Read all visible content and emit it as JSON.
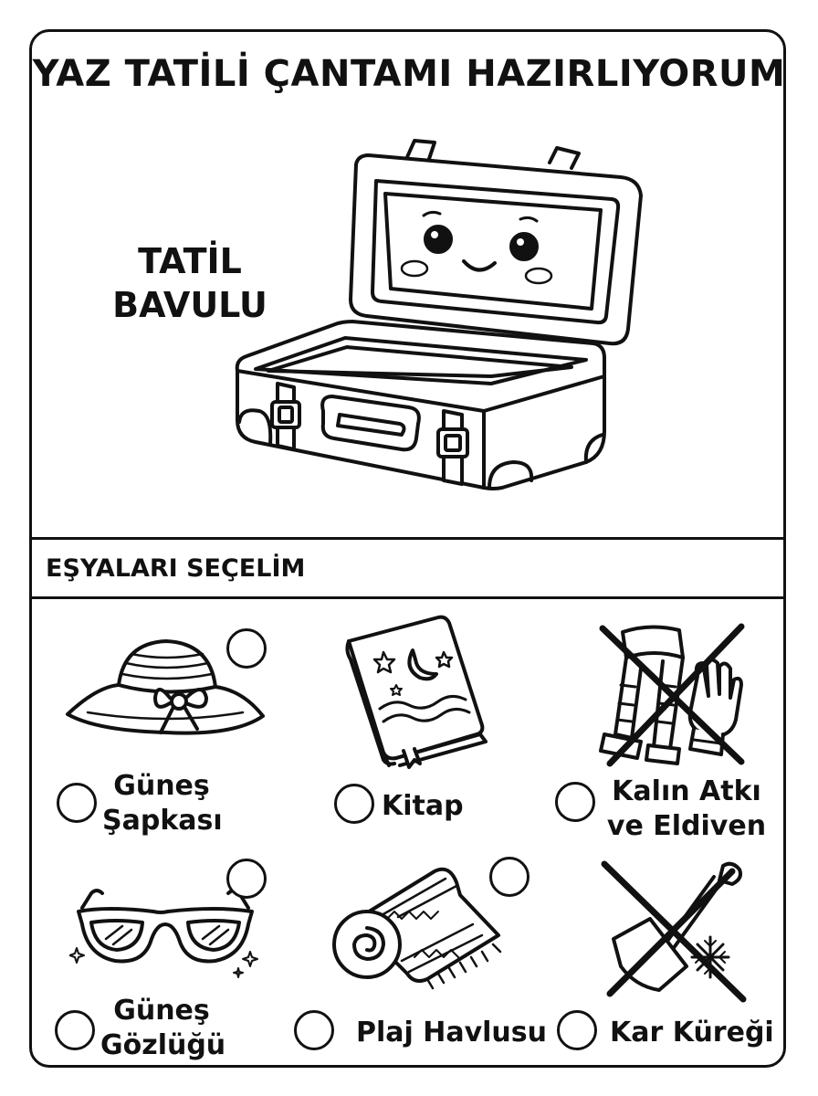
{
  "worksheet": {
    "title": "YAZ TATİLİ ÇANTAMI HAZIRLIYORUM",
    "suitcase": {
      "label_line1": "TATİL",
      "label_line2": "BAVULU",
      "icon": "open-suitcase-face-icon"
    },
    "section_title": "EŞYALARI SEÇELİM",
    "items": [
      {
        "label_line1": "Güneş",
        "label_line2": "Şapkası",
        "icon": "sun-hat-icon",
        "crossed_out": false
      },
      {
        "label_line1": "Kitap",
        "label_line2": "",
        "icon": "book-icon",
        "crossed_out": false
      },
      {
        "label_line1": "Kalın Atkı",
        "label_line2": "ve Eldiven",
        "icon": "scarf-gloves-icon",
        "crossed_out": true
      },
      {
        "label_line1": "Güneş",
        "label_line2": "Gözlüğü",
        "icon": "sunglasses-icon",
        "crossed_out": false
      },
      {
        "label_line1": "Plaj Havlusu",
        "label_line2": "",
        "icon": "beach-towel-icon",
        "crossed_out": false
      },
      {
        "label_line1": "Kar Küreği",
        "label_line2": "",
        "icon": "snow-shovel-icon",
        "crossed_out": true
      }
    ]
  }
}
